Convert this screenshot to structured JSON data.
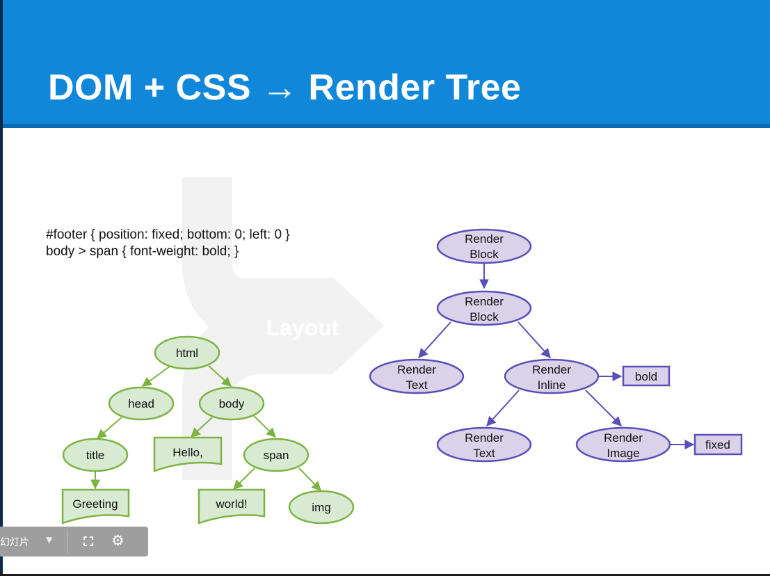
{
  "slide": {
    "title": "DOM + CSS → Render Tree",
    "css_rules": [
      "#footer { position: fixed; bottom: 0; left: 0 }",
      "body > span { font-weight: bold; }"
    ],
    "layout_label": "Layout"
  },
  "dom_tree": {
    "nodes": {
      "html": "html",
      "head": "head",
      "body": "body",
      "title": "title",
      "hello": "Hello,",
      "span": "span",
      "greeting": "Greeting",
      "world": "world!",
      "img": "img"
    },
    "edges": [
      [
        "html",
        "head"
      ],
      [
        "html",
        "body"
      ],
      [
        "head",
        "title"
      ],
      [
        "body",
        "hello"
      ],
      [
        "body",
        "span"
      ],
      [
        "title",
        "greeting"
      ],
      [
        "span",
        "world"
      ],
      [
        "span",
        "img"
      ]
    ]
  },
  "render_tree": {
    "nodes": {
      "block1": [
        "Render",
        "Block"
      ],
      "block2": [
        "Render",
        "Block"
      ],
      "text1": [
        "Render",
        "Text"
      ],
      "inline": [
        "Render",
        "Inline"
      ],
      "text2": [
        "Render",
        "Text"
      ],
      "image": [
        "Render",
        "Image"
      ]
    },
    "style_boxes": {
      "bold": "bold",
      "fixed": "fixed"
    },
    "edges": [
      [
        "block1",
        "block2"
      ],
      [
        "block2",
        "text1"
      ],
      [
        "block2",
        "inline"
      ],
      [
        "inline",
        "text2"
      ],
      [
        "inline",
        "image"
      ],
      [
        "inline",
        "bold"
      ],
      [
        "image",
        "fixed"
      ]
    ]
  },
  "colors": {
    "title_bar": "#1087d9",
    "dom_fill": "#d9ead3",
    "dom_stroke": "#7cb342",
    "render_fill": "#d9d2e9",
    "render_stroke": "#5b4fb8",
    "watermark": "#f2f2f2"
  },
  "toolbar": {
    "label": "幻灯片",
    "caret_icon": "caret-down-icon",
    "fullscreen_icon": "fullscreen-icon",
    "settings_icon": "gear-icon"
  }
}
